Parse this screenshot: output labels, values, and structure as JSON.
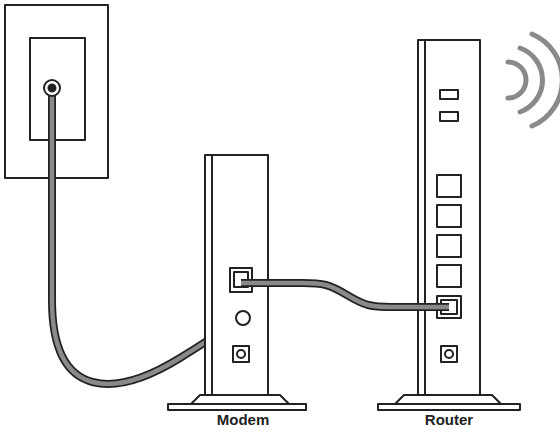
{
  "diagram": {
    "nodes": [
      {
        "text": [
          "Modem"
        ]
      },
      {
        "text": [
          "Router"
        ]
      }
    ],
    "edges": [
      {
        "from": 0,
        "to": 1,
        "arrow": "none"
      }
    ]
  }
}
